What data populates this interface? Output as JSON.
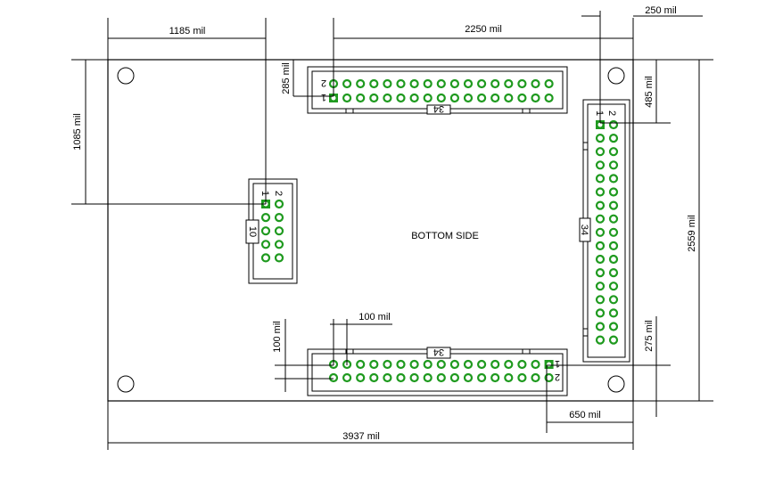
{
  "title": "BOTTOM SIDE",
  "dimensions": {
    "left_offset": "1185 mil",
    "top_connector_width": "2250 mil",
    "right_offset": "250 mil",
    "left_vertical": "1085 mil",
    "top_offset": "285 mil",
    "right_top_offset": "485 mil",
    "board_height": "2559 mil",
    "pin_pitch_h": "100 mil",
    "pin_pitch_v": "100 mil",
    "right_bottom_offset": "275 mil",
    "bottom_right_offset": "650 mil",
    "board_width": "3937 mil"
  },
  "connectors": {
    "top": {
      "label": "34",
      "pin_a": "2",
      "pin_b": "1"
    },
    "right": {
      "label": "34",
      "pin_a": "2",
      "pin_b": "1"
    },
    "bottom": {
      "label": "34",
      "pin_a": "1",
      "pin_b": "2"
    },
    "left": {
      "label": "10",
      "pin_a": "2",
      "pin_b": "1"
    }
  },
  "colors": {
    "pin": "#1f9a1f",
    "line": "#000000"
  }
}
